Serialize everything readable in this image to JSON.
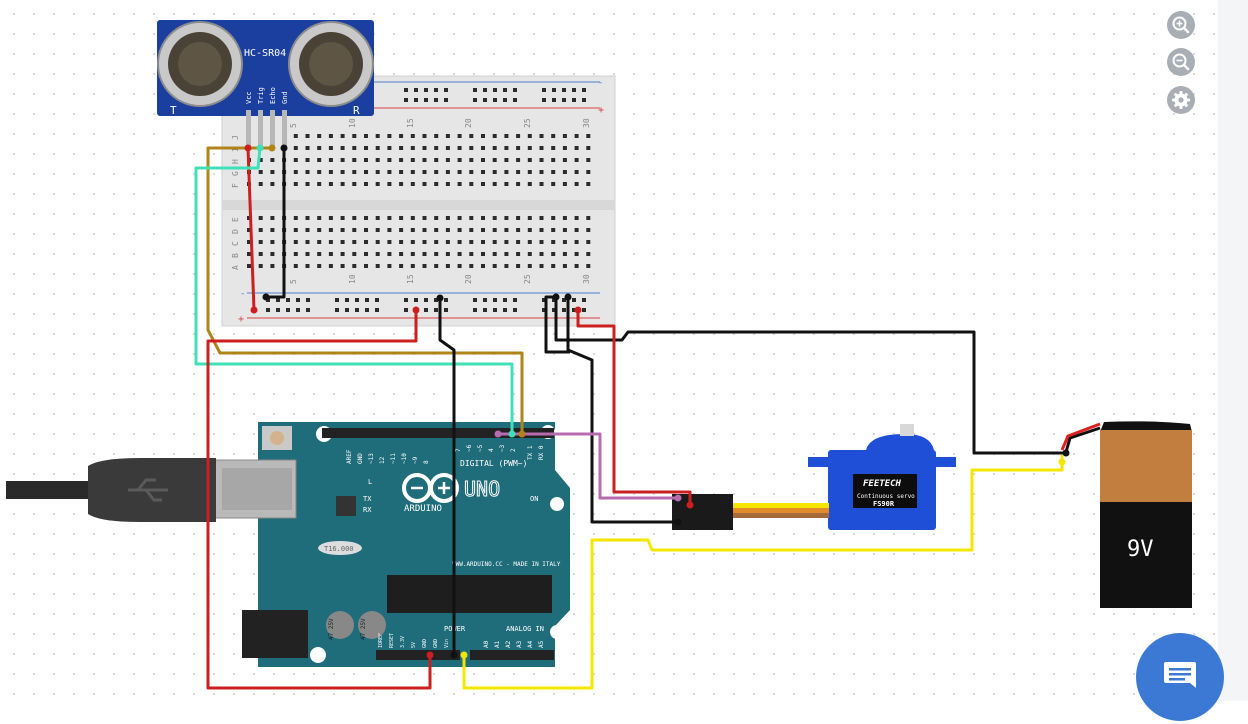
{
  "sensor": {
    "model": "HC-SR04",
    "left_mark": "T",
    "right_mark": "R",
    "pins": [
      "Vcc",
      "Trig",
      "Echo",
      "Gnd"
    ]
  },
  "breadboard": {
    "column_numbers": [
      "5",
      "10",
      "15",
      "20",
      "25",
      "30"
    ],
    "top_rows": [
      "J",
      "I",
      "H",
      "G",
      "F"
    ],
    "bottom_rows": [
      "E",
      "D",
      "C",
      "B",
      "A"
    ],
    "rail_plus": "+",
    "rail_minus": "-"
  },
  "arduino": {
    "brand": "ARDUINO",
    "model": "UNO",
    "digital_label": "DIGITAL (PWM~)",
    "power_label": "POWER",
    "analog_label": "ANALOG IN",
    "url": "WWW.ARDUINO.CC - MADE IN ITALY",
    "on_label": "ON",
    "tx_label": "TX",
    "rx_label": "RX",
    "l_label": "L",
    "crystal": "T16.000",
    "digital_pins": [
      "AREF",
      "GND",
      "~13",
      "12",
      "~11",
      "~10",
      "~9",
      "8",
      "7",
      "~6",
      "~5",
      "4",
      "~3",
      "2",
      "TX 1",
      "RX 0"
    ],
    "power_pins": [
      "IOREF",
      "RESET",
      "3.3V",
      "5V",
      "GND",
      "GND",
      "Vin"
    ],
    "analog_pins": [
      "A0",
      "A1",
      "A2",
      "A3",
      "A4",
      "A5"
    ],
    "capacitor_label": "47 25V"
  },
  "servo": {
    "brand": "FEETECH",
    "line1": "Continuous servo",
    "line2": "FS90R"
  },
  "battery": {
    "label": "9V"
  },
  "colors": {
    "red_wire": "#cc1f1f",
    "black_wire": "#111111",
    "yellow_wire": "#f5e600",
    "aqua_wire": "#3fe0b8",
    "brown_wire": "#b08419",
    "purple_wire": "#b86cb0",
    "board_teal": "#1f6d7a",
    "sensor_blue": "#1b3f9e",
    "servo_blue": "#1f4fd6",
    "battery_copper": "#c27e3e",
    "chat_blue": "#3c79d4"
  },
  "controls": {
    "zoom_in": "zoom-in-icon",
    "zoom_out": "zoom-out-icon",
    "settings": "gear-icon",
    "chat": "chat-icon"
  }
}
